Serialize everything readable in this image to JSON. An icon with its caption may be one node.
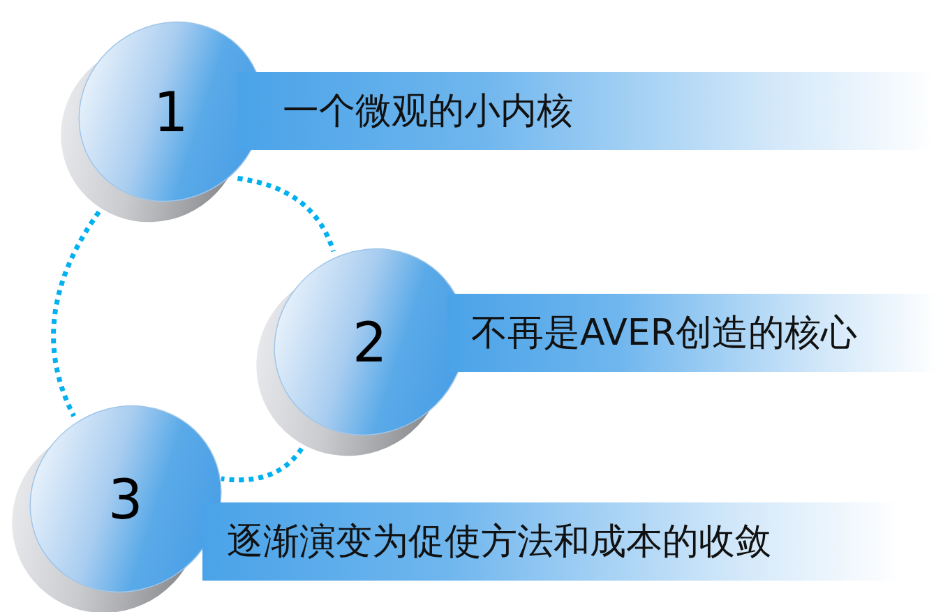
{
  "diagram": {
    "nodes": [
      {
        "text": [
          "1"
        ]
      },
      {
        "text": [
          "一个微观的小内核"
        ]
      },
      {
        "text": [
          "2"
        ]
      },
      {
        "text": [
          "不再是AVER创造的核心"
        ]
      },
      {
        "text": [
          "3"
        ]
      },
      {
        "text": [
          "逐渐演变为促使方法和成本的收敛"
        ]
      }
    ],
    "edges": [
      {
        "from": 0,
        "to": 2,
        "arrow": "none",
        "style": "dashed"
      },
      {
        "from": 0,
        "to": 4,
        "arrow": "none",
        "style": "dashed"
      },
      {
        "from": 2,
        "to": 4,
        "arrow": "none",
        "style": "dashed"
      }
    ]
  }
}
